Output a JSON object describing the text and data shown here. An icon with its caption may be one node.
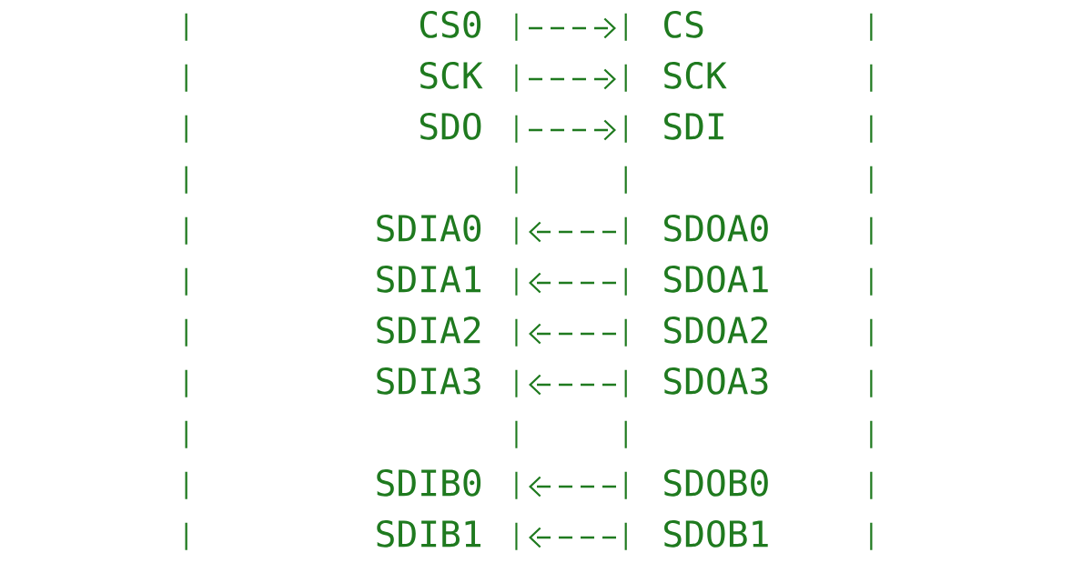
{
  "diagram": {
    "nodes": [
      {
        "text": [],
        "shape": "box"
      },
      {
        "text": [],
        "shape": "box"
      },
      {
        "text": [
          "CS0"
        ],
        "in": 0
      },
      {
        "text": [
          "CS"
        ],
        "in": 1
      },
      {
        "text": [
          "SCK"
        ],
        "in": 0
      },
      {
        "text": [
          "SCK"
        ],
        "in": 1
      },
      {
        "text": [
          "SDO"
        ],
        "in": 0
      },
      {
        "text": [
          "SDI"
        ],
        "in": 1
      },
      {
        "text": [
          "SDIA0"
        ],
        "in": 0
      },
      {
        "text": [
          "SDOA0"
        ],
        "in": 1
      },
      {
        "text": [
          "SDIA1"
        ],
        "in": 0
      },
      {
        "text": [
          "SDOA1"
        ],
        "in": 1
      },
      {
        "text": [
          "SDIA2"
        ],
        "in": 0
      },
      {
        "text": [
          "SDOA2"
        ],
        "in": 1
      },
      {
        "text": [
          "SDIA3"
        ],
        "in": 0
      },
      {
        "text": [
          "SDOA3"
        ],
        "in": 1
      },
      {
        "text": [
          "SDIB0"
        ],
        "in": 0
      },
      {
        "text": [
          "SDOB0"
        ],
        "in": 1
      },
      {
        "text": [
          "SDIB1"
        ],
        "in": 0
      },
      {
        "text": [
          "SDOB1"
        ],
        "in": 1
      }
    ],
    "edges": [
      {
        "from": 2,
        "to": 3,
        "arrow": "to"
      },
      {
        "from": 4,
        "to": 5,
        "arrow": "to"
      },
      {
        "from": 6,
        "to": 7,
        "arrow": "to"
      },
      {
        "from": 9,
        "to": 8,
        "arrow": "to"
      },
      {
        "from": 11,
        "to": 10,
        "arrow": "to"
      },
      {
        "from": 13,
        "to": 12,
        "arrow": "to"
      },
      {
        "from": 15,
        "to": 14,
        "arrow": "to"
      },
      {
        "from": 17,
        "to": 16,
        "arrow": "to"
      },
      {
        "from": 19,
        "to": 18,
        "arrow": "to"
      }
    ]
  }
}
